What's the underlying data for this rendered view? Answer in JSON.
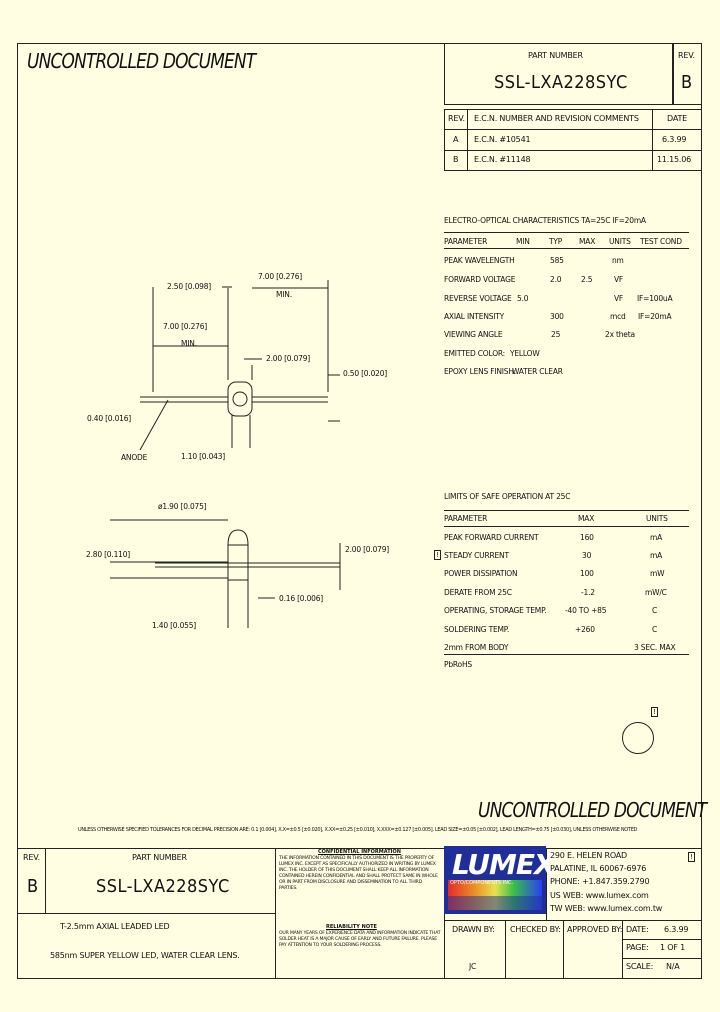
{
  "header": {
    "watermark_top": "UNCONTROLLED DOCUMENT",
    "part_number_label": "PART NUMBER",
    "part_number": "SSL-LXA228SYC",
    "rev_label": "REV.",
    "rev": "B"
  },
  "revision_table": {
    "headers": [
      "REV.",
      "E.C.N. NUMBER AND REVISION COMMENTS",
      "DATE"
    ],
    "rows": [
      {
        "rev": "A",
        "ecn": "E.C.N. #10541",
        "date": "6.3.99"
      },
      {
        "rev": "B",
        "ecn": "E.C.N. #11148",
        "date": "11.15.06"
      }
    ]
  },
  "electro_optical": {
    "title": "ELECTRO-OPTICAL CHARACTERISTICS TA=25C   IF=20mA",
    "headers": [
      "PARAMETER",
      "MIN",
      "TYP",
      "MAX",
      "UNITS",
      "TEST COND"
    ],
    "rows": [
      {
        "param": "PEAK WAVELENGTH",
        "min": "",
        "typ": "585",
        "max": "",
        "units": "nm",
        "cond": ""
      },
      {
        "param": "FORWARD VOLTAGE",
        "min": "",
        "typ": "2.0",
        "max": "2.5",
        "units": "VF",
        "cond": ""
      },
      {
        "param": "REVERSE VOLTAGE",
        "min": "5.0",
        "typ": "",
        "max": "",
        "units": "VF",
        "cond": "IF=100uA"
      },
      {
        "param": "AXIAL INTENSITY",
        "min": "",
        "typ": "300",
        "max": "",
        "units": "mcd",
        "cond": "IF=20mA"
      },
      {
        "param": "VIEWING ANGLE",
        "min": "",
        "typ": "25",
        "max": "",
        "units": "2x theta",
        "cond": ""
      },
      {
        "param": "EMITTED COLOR:",
        "min": "YELLOW",
        "typ": "",
        "max": "",
        "units": "",
        "cond": ""
      },
      {
        "param": "EPOXY LENS FINISH:",
        "min": "WATER CLEAR",
        "typ": "",
        "max": "",
        "units": "",
        "cond": ""
      }
    ]
  },
  "safe_limits": {
    "title": "LIMITS OF SAFE OPERATION AT 25C",
    "headers": [
      "PARAMETER",
      "MAX",
      "UNITS"
    ],
    "rows": [
      {
        "param": "PEAK FORWARD CURRENT",
        "max": "160",
        "units": "mA"
      },
      {
        "param": "STEADY CURRENT",
        "max": "30",
        "units": "mA"
      },
      {
        "param": "POWER DISSIPATION",
        "max": "100",
        "units": "mW"
      },
      {
        "param": "DERATE FROM 25C",
        "max": "-1.2",
        "units": "mW/C"
      },
      {
        "param": "OPERATING, STORAGE TEMP.",
        "max": "-40 TO +85",
        "units": "C"
      },
      {
        "param": "SOLDERING TEMP.",
        "max": "+260",
        "units": "C"
      },
      {
        "param": "2mm FROM BODY",
        "max": "",
        "units": "3 SEC. MAX"
      }
    ],
    "note": "PbRoHS"
  },
  "drawing": {
    "dim_250": "2.50 [0.098]",
    "dim_700_top": "7.00 [0.276]",
    "dim_min_top": "MIN.",
    "dim_700_left": "7.00 [0.276]",
    "dim_min_left": "MIN.",
    "dim_200_top": "2.00 [0.079]",
    "dim_050": "0.50 [0.020]",
    "dim_040": "0.40 [0.016]",
    "anode": "ANODE",
    "dim_110": "1.10 [0.043]",
    "dim_phi": "ø1.90 [0.075]",
    "dim_280": "2.80 [0.110]",
    "dim_200_bottom": "2.00 [0.079]",
    "dim_016": "0.16 [0.006]",
    "dim_140": "1.40 [0.055]"
  },
  "footer": {
    "watermark_bottom": "UNCONTROLLED DOCUMENT",
    "tolerance_note": "UNLESS OTHERWISE SPECIFIED TOLERANCES FOR DECIMAL PRECISION ARE: 0.1 [0.004], X.X=±0.5 [±0.020], X.XX=±0.25 [±0.010], X.XXX=±0.127 [±0.005]. LEAD SIZE=±0.05 [±0.002], LEAD LENGTH=±0.75 [±0.030], UNLESS OTHERWISE NOTED",
    "rev_label": "REV.",
    "rev": "B",
    "part_number_label": "PART NUMBER",
    "part_number": "SSL-LXA228SYC",
    "confidential_title": "CONFIDENTIAL INFORMATION",
    "confidential_text": "THE INFORMATION CONTAINED IN THIS DOCUMENT IS THE PROPERTY OF LUMEX INC. EXCEPT AS SPECIFICALLY AUTHORIZED IN WRITING BY LUMEX INC. THE HOLDER OF THIS DOCUMENT SHALL KEEP ALL INFORMATION CONTAINED HEREIN CONFIDENTIAL AND SHALL PROTECT SAME IN WHOLE OR IN PART FROM DISCLOSURE AND DISSEMINATION TO ALL THIRD PARTIES.",
    "reliability_title": "RELIABILITY NOTE",
    "reliability_text": "OUR MANY YEARS OF EXPERIENCE DATA AND INFORMATION INDICATE THAT SOLDER HEAT IS A MAJOR CAUSE OF EARLY AND FUTURE FAILURE. PLEASE PAY ATTENTION TO YOUR SOLDERING PROCESS.",
    "description_1": "T-2.5mm AXIAL LEADED LED",
    "description_2": "585nm SUPER YELLOW LED, WATER CLEAR LENS.",
    "logo_text": "LUMEX",
    "logo_sub": "OPTO/COMPONENTS INC.",
    "address": [
      "290 E. HELEN ROAD",
      "PALATINE, IL 60067-6976",
      "PHONE: +1.847.359.2790",
      "US WEB: www.lumex.com",
      "TW WEB: www.lumex.com.tw"
    ],
    "drawn_by_label": "DRAWN BY:",
    "drawn_by": "JC",
    "checked_by_label": "CHECKED BY:",
    "approved_by_label": "APPROVED BY:",
    "date_label": "DATE:",
    "date": "6.3.99",
    "page_label": "PAGE:",
    "page": "1 OF 1",
    "scale_label": "SCALE:",
    "scale": "N/A"
  }
}
